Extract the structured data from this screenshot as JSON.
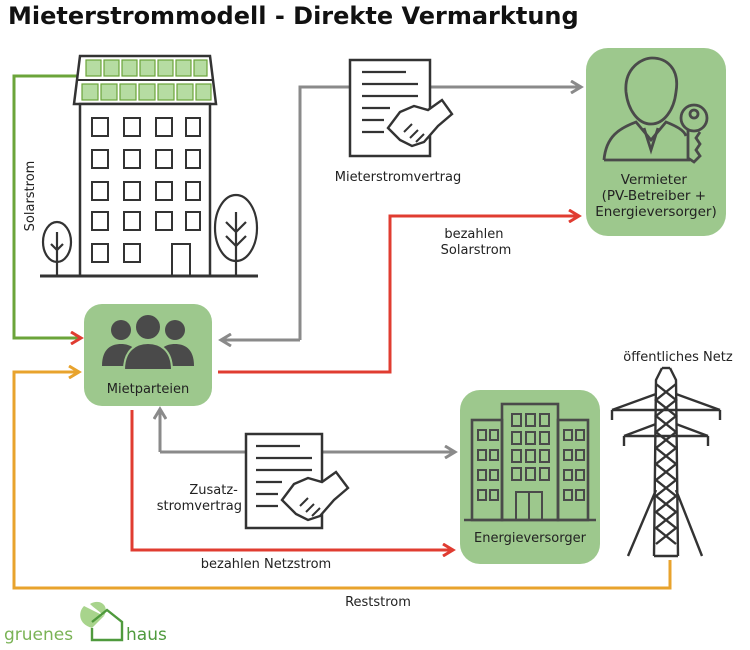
{
  "title": "Mieterstrommodell - Direkte Vermarktung",
  "nodes": {
    "vermieter": [
      "Vermieter",
      "(PV-Betreiber +",
      "Energieversorger)"
    ],
    "mietparteien": "Mietparteien",
    "energieversorger": "Energieversorger",
    "netz": "öffentliches Netz"
  },
  "flows": {
    "solarstrom": "Solarstrom",
    "mieterstromvertrag": "Mieterstromvertrag",
    "bezahlen_solarstrom": [
      "bezahlen",
      "Solarstrom"
    ],
    "zusatzstromvertrag": [
      "Zusatz-",
      "stromvertrag"
    ],
    "bezahlen_netzstrom": "bezahlen Netzstrom",
    "reststrom": "Reststrom"
  },
  "logo": {
    "part1": "gruenes",
    "part2": "haus"
  },
  "colors": {
    "solar_flow": "#6ba43a",
    "contract_flow": "#8a8a8a",
    "payment_flow": "#e03c31",
    "grid_flow": "#e8a32d",
    "node_fill": "#9dc88d",
    "icon": "#4a4a4a"
  },
  "icons": [
    "house-with-solar-panels",
    "tree-icon",
    "people-group-icon",
    "contract-handshake-icon",
    "landlord-key-icon",
    "office-building-icon",
    "power-pylon-icon",
    "logo-house-icon"
  ]
}
